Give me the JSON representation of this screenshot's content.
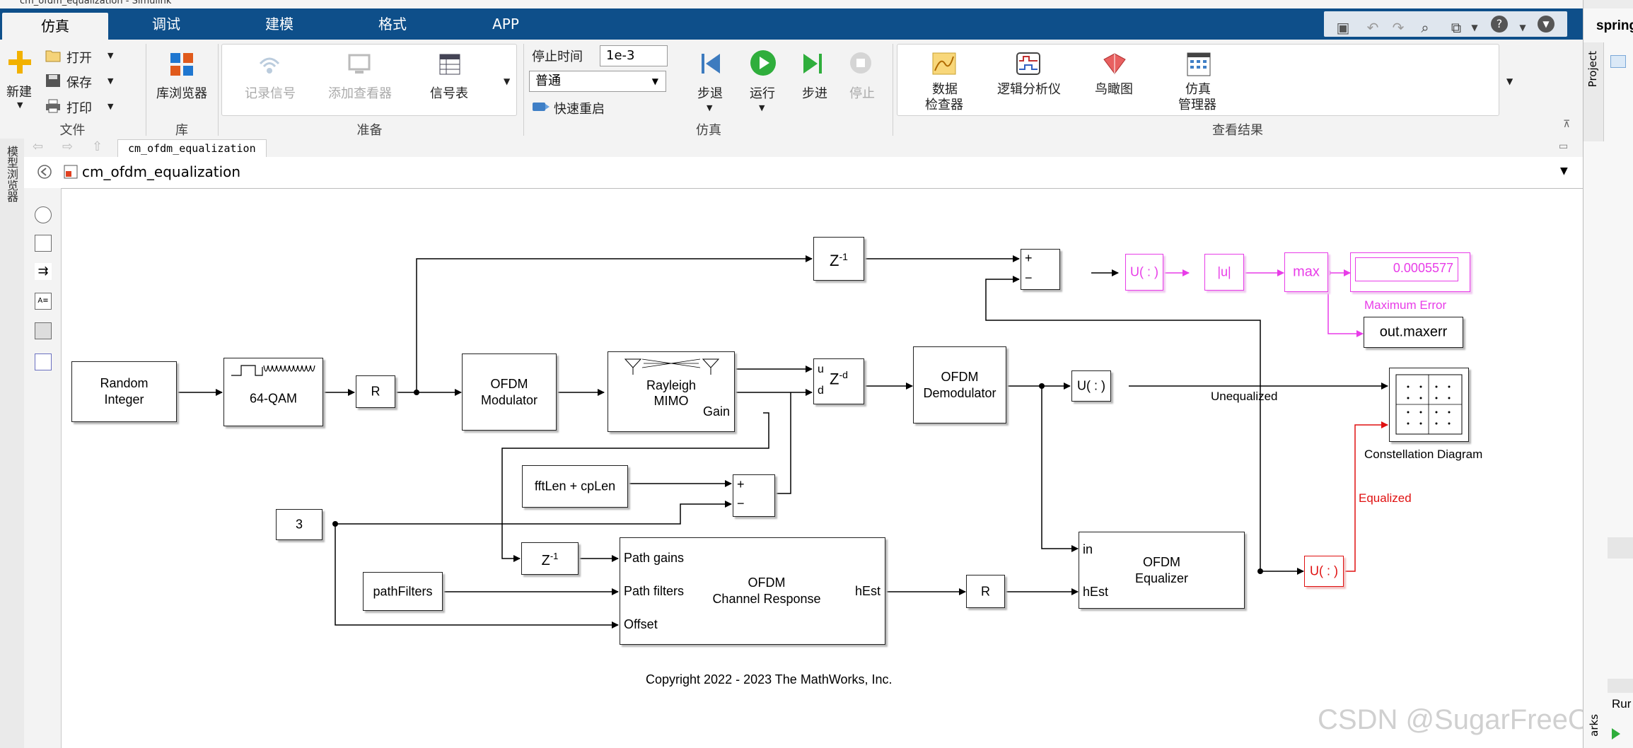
{
  "window": {
    "title": "cm_ofdm_equalization - Simulink"
  },
  "tabs": [
    {
      "label": "仿真",
      "active": true
    },
    {
      "label": "调试",
      "active": false
    },
    {
      "label": "建模",
      "active": false
    },
    {
      "label": "格式",
      "active": false
    },
    {
      "label": "APP",
      "active": false
    }
  ],
  "ribbon": {
    "file": {
      "new": "新建",
      "open": "打开",
      "save": "保存",
      "print": "打印",
      "group": "文件"
    },
    "library": {
      "browser": "库浏览器",
      "group": "库"
    },
    "prepare": {
      "log_signals": "记录信号",
      "add_viewer": "添加查看器",
      "signal_table": "信号表",
      "group": "准备"
    },
    "simulate": {
      "stop_time_label": "停止时间",
      "stop_time_value": "1e-3",
      "mode": "普通",
      "fast_restart": "快速重启",
      "step_back": "步退",
      "run": "运行",
      "step_forward": "步进",
      "stop": "停止",
      "group": "仿真"
    },
    "review": {
      "data_inspector_1": "数据",
      "data_inspector_2": "检查器",
      "logic_analyzer": "逻辑分析仪",
      "birds_eye": "鸟瞰图",
      "sim_manager_1": "仿真",
      "sim_manager_2": "管理器",
      "group": "查看结果"
    }
  },
  "breadcrumb": {
    "tab": "cm_ofdm_equalization",
    "path": "cm_ofdm_equalization"
  },
  "left_panel": {
    "model_browser": "模型浏览器"
  },
  "right_panel": {
    "header": "spring",
    "project": "Project",
    "run": "Rur",
    "marks": "arks"
  },
  "model": {
    "blocks": {
      "random_integer": [
        "Random",
        "Integer"
      ],
      "qam": "64-QAM",
      "rate1": "R",
      "ofdm_mod": [
        "OFDM",
        "Modulator"
      ],
      "rayleigh": [
        "Rayleigh",
        "MIMO"
      ],
      "rayleigh_gain_port": "Gain",
      "delay_top": "Z",
      "delay_top_exp": "-1",
      "var_delay": "Z",
      "var_delay_exp": "-d",
      "var_delay_in_u": "u",
      "var_delay_in_d": "d",
      "ofdm_demod": [
        "OFDM",
        "Demodulator"
      ],
      "fft_const": "fftLen + cpLen",
      "sum_mid_plus": "+",
      "sum_mid_minus": "−",
      "sum_top_plus": "+",
      "sum_top_minus": "−",
      "const_3": "3",
      "delay_bottom": "Z",
      "delay_bottom_exp": "-1",
      "path_filters": "pathFilters",
      "chan_resp": [
        "OFDM",
        "Channel Response"
      ],
      "chan_resp_in": [
        "Path gains",
        "Path filters",
        "Offset"
      ],
      "chan_resp_out": "hEst",
      "rate2": "R",
      "equalizer": [
        "OFDM",
        "Equalizer"
      ],
      "equalizer_in": [
        "in",
        "hEst"
      ],
      "reshape1": "U( : )",
      "reshape2": "U( : )",
      "reshape3": "U( : )",
      "abs": "|u|",
      "max": "max",
      "display_value": "0.0005577",
      "display_label": "Maximum Error",
      "to_workspace": "out.maxerr",
      "constellation_label": "Constellation Diagram"
    },
    "signal_labels": {
      "unequalized": "Unequalized",
      "equalized": "Equalized"
    },
    "copyright": "Copyright 2022 - 2023 The MathWorks, Inc."
  },
  "watermark": "CSDN @SugarFreeOixi",
  "colors": {
    "tabbar": "#0e4f8a",
    "magenta": "#e83ce8",
    "red": "#e01010",
    "run_green": "#2fae3c"
  }
}
